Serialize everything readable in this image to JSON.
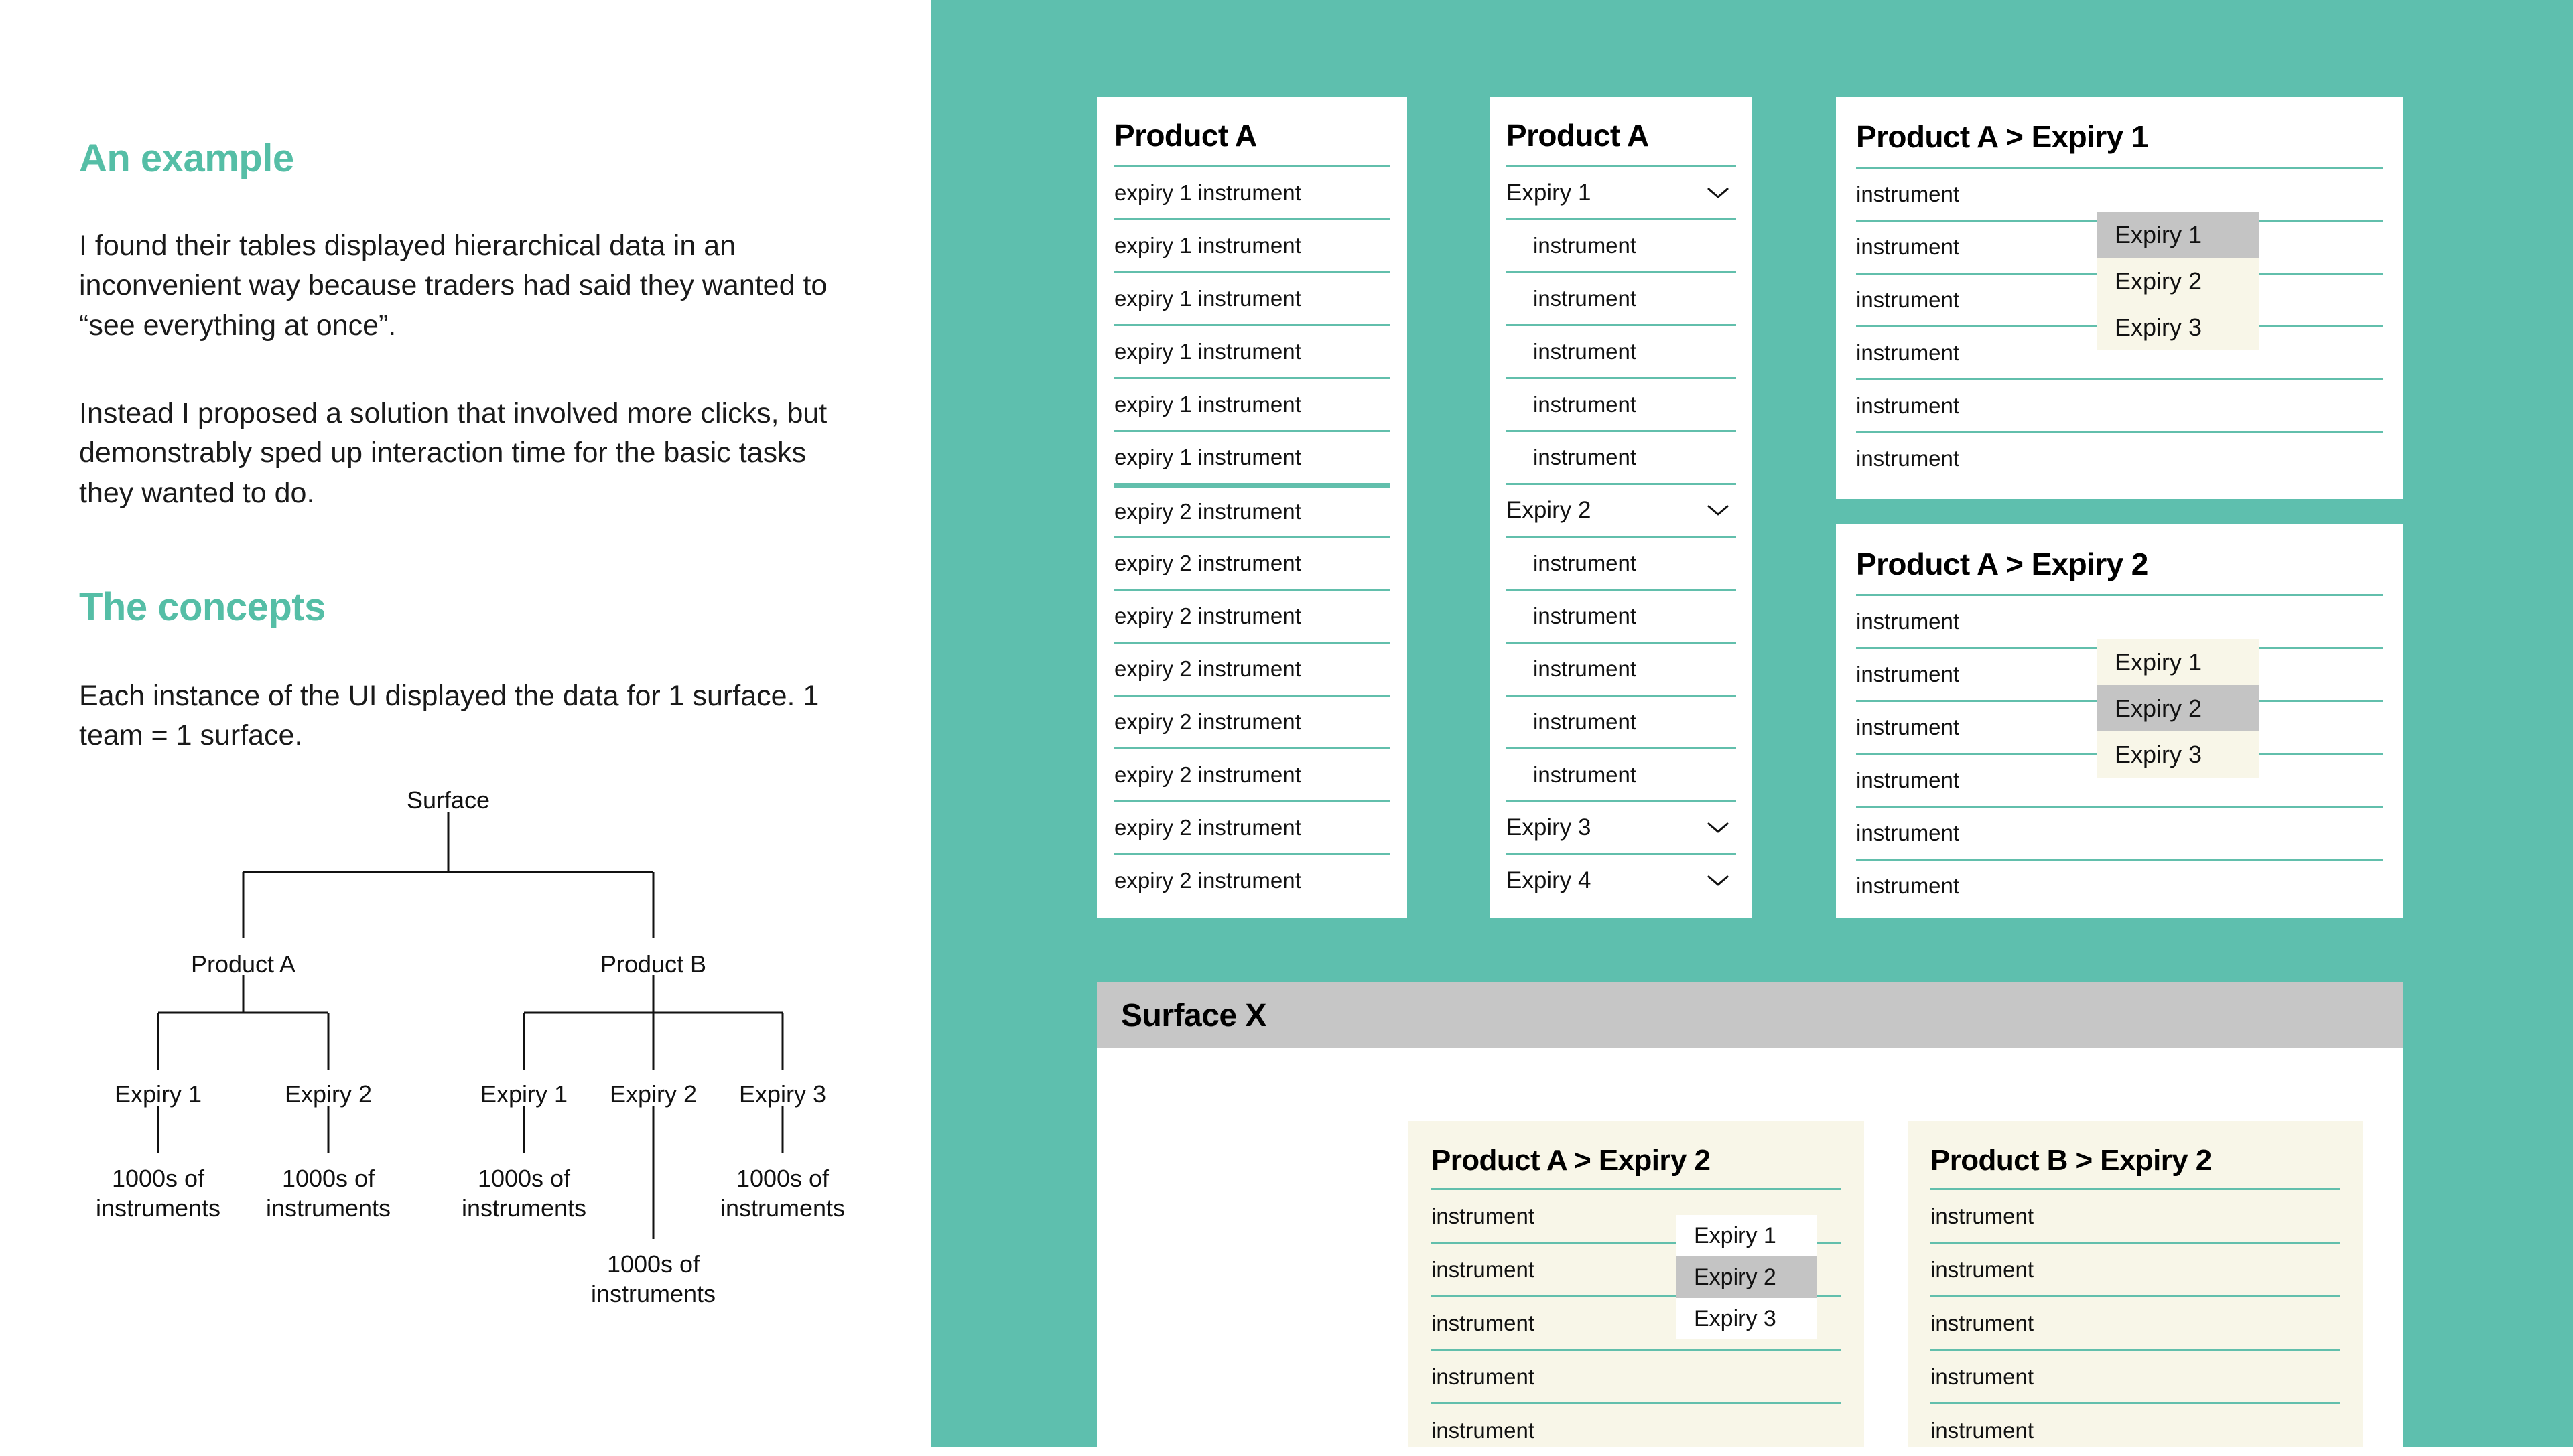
{
  "left": {
    "heading_example": "An example",
    "para_1": "I found their tables displayed hierarchical data in an inconvenient way because traders had said they wanted to “see everything at once”.",
    "para_2": "Instead I proposed a solution that involved more clicks, but demonstrably sped up interaction time for the basic tasks they wanted to do.",
    "heading_concepts": "The concepts",
    "para_3": "Each instance of the UI displayed the data for 1 surface. 1 team = 1 surface."
  },
  "tree": {
    "root": "Surface",
    "product_a": "Product A",
    "product_b": "Product B",
    "a_expiry_1": "Expiry 1",
    "a_expiry_2": "Expiry 2",
    "b_expiry_1": "Expiry 1",
    "b_expiry_2": "Expiry 2",
    "b_expiry_3": "Expiry 3",
    "leaf_a1": "1000s of instruments",
    "leaf_a2": "1000s of instruments",
    "leaf_b1": "1000s of instruments",
    "leaf_b2": "1000s of instruments",
    "leaf_b3": "1000s of instruments"
  },
  "cards": {
    "flat": {
      "title": "Product A",
      "rows": [
        "expiry 1 instrument",
        "expiry 1 instrument",
        "expiry 1 instrument",
        "expiry 1 instrument",
        "expiry 1 instrument",
        "expiry 1 instrument",
        "expiry 2 instrument",
        "expiry 2 instrument",
        "expiry 2 instrument",
        "expiry 2 instrument",
        "expiry 2 instrument",
        "expiry 2 instrument",
        "expiry 2 instrument",
        "expiry 2 instrument"
      ]
    },
    "accordion": {
      "title": "Product A",
      "groups": [
        {
          "label": "Expiry 1",
          "items": [
            "instrument",
            "instrument",
            "instrument",
            "instrument",
            "instrument"
          ]
        },
        {
          "label": "Expiry 2",
          "items": [
            "instrument",
            "instrument",
            "instrument",
            "instrument",
            "instrument"
          ]
        },
        {
          "label": "Expiry 3",
          "items": []
        },
        {
          "label": "Expiry 4",
          "items": []
        }
      ]
    },
    "drill_expiry1": {
      "title": "Product A > Expiry 1",
      "rows": [
        "instrument",
        "instrument",
        "instrument",
        "instrument",
        "instrument",
        "instrument"
      ],
      "dropdown": {
        "options": [
          "Expiry 1",
          "Expiry 2",
          "Expiry 3"
        ],
        "selected": "Expiry 1"
      }
    },
    "drill_expiry2": {
      "title": "Product A > Expiry 2",
      "rows": [
        "instrument",
        "instrument",
        "instrument",
        "instrument",
        "instrument",
        "instrument"
      ],
      "dropdown": {
        "options": [
          "Expiry 1",
          "Expiry 2",
          "Expiry 3"
        ],
        "selected": "Expiry 2"
      }
    }
  },
  "surface": {
    "header_title": "Surface X",
    "panel_a": {
      "title": "Product A > Expiry 2",
      "rows": [
        "instrument",
        "instrument",
        "instrument",
        "instrument",
        "instrument"
      ],
      "dropdown": {
        "options": [
          "Expiry 1",
          "Expiry 2",
          "Expiry 3"
        ],
        "selected": "Expiry 2"
      }
    },
    "panel_b": {
      "title": "Product B > Expiry 2",
      "rows": [
        "instrument",
        "instrument",
        "instrument",
        "instrument",
        "instrument"
      ]
    }
  },
  "colors": {
    "teal_background": "#5EBFAE",
    "teal_accent": "#55BEA6",
    "rule": "#62BFAC",
    "cream": "#F8F6E8",
    "grey_header": "#C6C6C6",
    "grey_selected": "#C4C4C4"
  }
}
